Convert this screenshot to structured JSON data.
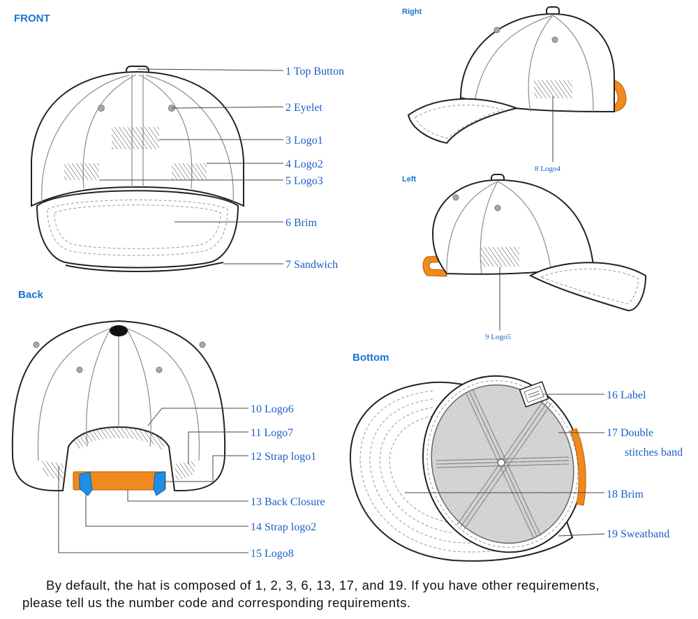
{
  "sections": {
    "front": "FRONT",
    "right": "Right",
    "left": "Left",
    "back": "Back",
    "bottom": "Bottom"
  },
  "labels": [
    {
      "num": "1",
      "text": "Top Button"
    },
    {
      "num": "2",
      "text": "Eyelet"
    },
    {
      "num": "3",
      "text": "Logo1"
    },
    {
      "num": "4",
      "text": "Logo2"
    },
    {
      "num": "5",
      "text": "Logo3"
    },
    {
      "num": "6",
      "text": "Brim"
    },
    {
      "num": "7",
      "text": "Sandwich"
    },
    {
      "num": "8",
      "text": "Logo4"
    },
    {
      "num": "9",
      "text": "Logo5"
    },
    {
      "num": "10",
      "text": "Logo6"
    },
    {
      "num": "11",
      "text": "Logo7"
    },
    {
      "num": "12",
      "text": "Strap logo1"
    },
    {
      "num": "13",
      "text": "Back Closure"
    },
    {
      "num": "14",
      "text": "Strap logo2"
    },
    {
      "num": "15",
      "text": "Logo8"
    },
    {
      "num": "16",
      "text": "Label"
    },
    {
      "num": "17",
      "text": "Double",
      "text2": "stitches band"
    },
    {
      "num": "18",
      "text": "Brim"
    },
    {
      "num": "19",
      "text": "Sweatband"
    }
  ],
  "note": {
    "line1": "By default, the hat is composed of 1, 2, 3, 6, 13, 17, and 19. If you have other requirements,",
    "line2": "please tell us the number code and corresponding requirements."
  },
  "colors": {
    "section_title": "#1874d2",
    "label_text": "#1a5fc4",
    "closure_orange": "#f08a1c",
    "strap_blue": "#1d8fe6"
  }
}
